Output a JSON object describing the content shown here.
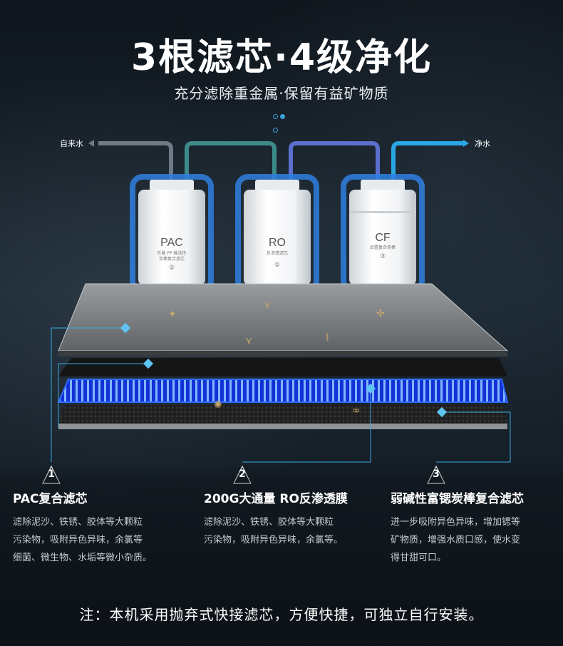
{
  "header": {
    "title": "3根滤芯·4级净化",
    "subtitle": "充分滤除重金属·保留有益矿物质"
  },
  "pipes": {
    "in_label": "自来水",
    "out_label": "净水"
  },
  "cartridges": [
    {
      "name": "PAC",
      "desc1": "折叠 PP 棉活性",
      "desc2": "炭棒复合滤芯",
      "num": "②"
    },
    {
      "name": "RO",
      "desc1": "反渗透滤芯",
      "desc2": "",
      "num": "①"
    },
    {
      "name": "CF",
      "desc1": "后置复合炭棒",
      "desc2": "",
      "num": "③"
    }
  ],
  "features": [
    {
      "num": "1",
      "title": "PAC复合滤芯",
      "lines": [
        "滤除泥沙、铁锈、胶体等大颗粒",
        "污染物，吸附异色异味，余氯等",
        "细菌、微生物、水垢等微小杂质。"
      ]
    },
    {
      "num": "2",
      "title": "200G大通量  RO反渗透膜",
      "lines": [
        "滤除泥沙、铁锈、胶体等大颗粒",
        "污染物，吸附异色异味，余氯等。"
      ]
    },
    {
      "num": "3",
      "title": "弱碱性富锶炭棒复合滤芯",
      "lines": [
        "进一步吸附异色异味，增加锶等",
        "矿物质，增强水质口感，使水变",
        "得甘甜可口。"
      ]
    }
  ],
  "note": "注：本机采用抛弃式快接滤芯，方便快捷，可独立自行安装。",
  "colors": {
    "accent": "#3aa0d8",
    "glow": "#2f7fe0",
    "pipe_in": "#6e7a86",
    "pipe_mid": "#3d8a8a",
    "pipe_out": "#2aa6e6"
  }
}
